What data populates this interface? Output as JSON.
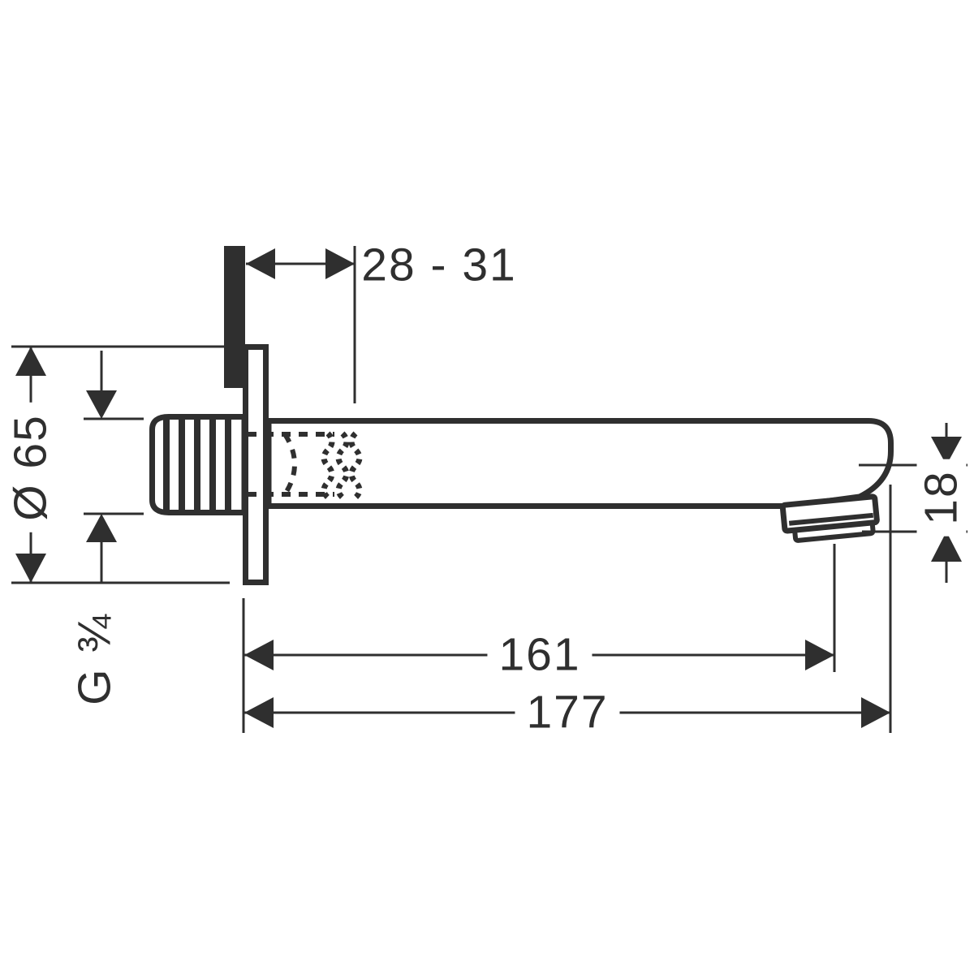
{
  "page": {
    "background": "#ffffff",
    "line_color": "#2f2f2f"
  },
  "drawing": {
    "kind": "technical dimension drawing, wall-mounted spout side view",
    "labels": {
      "wall_thickness_range": "28 - 31",
      "escutcheon_diameter": "Ø 65",
      "thread_size": "G ¾",
      "length_to_outlet": "161",
      "total_length": "177",
      "outlet_height": "18"
    }
  }
}
